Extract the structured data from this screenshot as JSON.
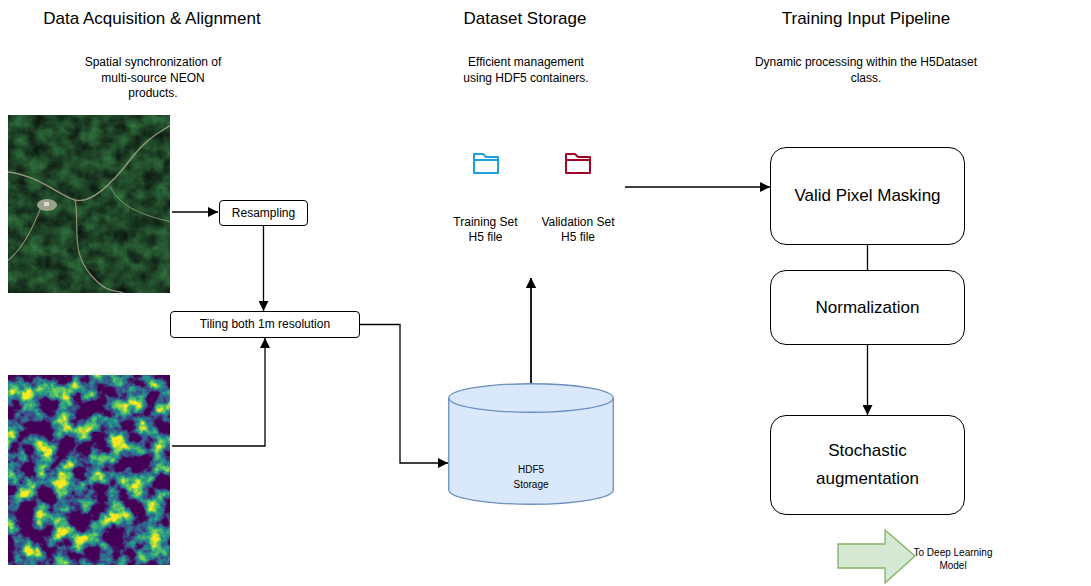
{
  "diagram": {
    "nodes": [
      {
        "text": [
          "Resampling"
        ]
      },
      {
        "text": [
          "Tiling both 1m resolution"
        ]
      },
      {
        "text": [
          "HDF5 Storage"
        ]
      },
      {
        "text": [
          "Training Set H5 file"
        ]
      },
      {
        "text": [
          "Validation Set H5 file"
        ]
      },
      {
        "text": [
          "Valid Pixel Masking"
        ]
      },
      {
        "text": [
          "Normalization"
        ]
      },
      {
        "text": [
          "Stochastic augmentation"
        ]
      }
    ],
    "edges": [
      {
        "from": 0,
        "to": 1,
        "arrow": "to"
      },
      {
        "from": 1,
        "to": 2,
        "arrow": "to"
      },
      {
        "from": 2,
        "to": 3,
        "arrow": "to"
      },
      {
        "from": 2,
        "to": 4,
        "arrow": "to"
      },
      {
        "from": 4,
        "to": 5,
        "arrow": "to"
      },
      {
        "from": 5,
        "to": 6,
        "arrow": "none"
      },
      {
        "from": 6,
        "to": 7,
        "arrow": "to"
      }
    ],
    "labels": [
      "Data Acquisition & Alignment",
      "Spatial synchronization of multi-source NEON products.",
      "Dataset Storage",
      "Efficient management using HDF5 containers.",
      "Training Input Pipeline",
      "Dynamic processing within the H5Dataset class.",
      "To Deep Learning Model"
    ]
  }
}
